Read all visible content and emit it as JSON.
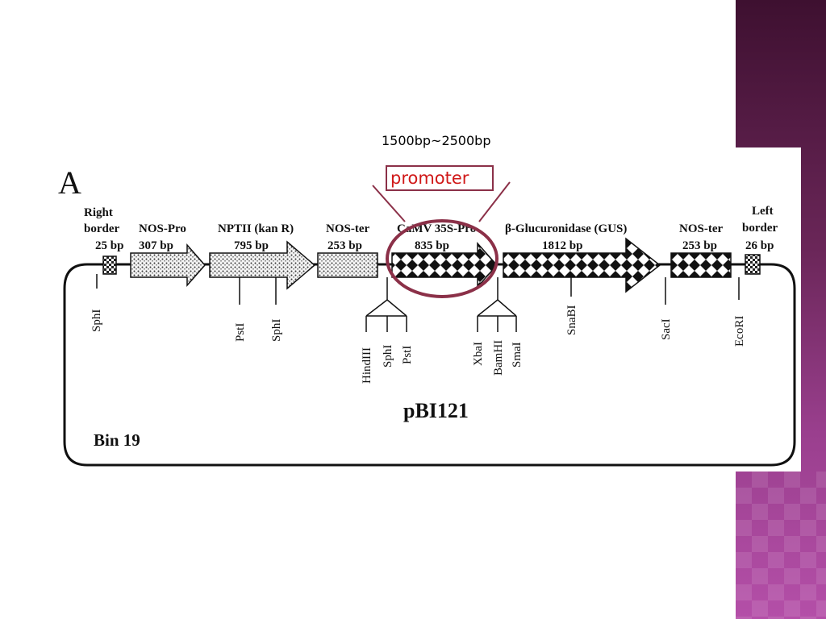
{
  "sidebar": {
    "accent": "#6a2658",
    "accent_light": "#b44fa8"
  },
  "annotation": {
    "size_range": "1500bp~2500bp",
    "promoter_label": "promoter",
    "highlight_color": "#8b3048",
    "label_color": "#d01818"
  },
  "diagram": {
    "panel_letter": "A",
    "plasmid_name": "pBI121",
    "vector_name": "Bin 19",
    "segments": [
      {
        "name_lines": [
          "Right",
          "border"
        ],
        "size": "25 bp"
      },
      {
        "name_lines": [
          "NOS-Pro"
        ],
        "size": "307 bp"
      },
      {
        "name_lines": [
          "NPTII (kan R)"
        ],
        "size": "795 bp"
      },
      {
        "name_lines": [
          "NOS-ter"
        ],
        "size": "253 bp"
      },
      {
        "name_lines": [
          "CaMV 35S-Pro"
        ],
        "size": "835 bp"
      },
      {
        "name_lines": [
          "β-Glucuronidase (GUS)"
        ],
        "size": "1812 bp"
      },
      {
        "name_lines": [
          "NOS-ter"
        ],
        "size": "253 bp"
      },
      {
        "name_lines": [
          "Left",
          "border"
        ],
        "size": "26 bp"
      }
    ],
    "sites": [
      {
        "labels": [
          "SphI"
        ]
      },
      {
        "labels": [
          "PstI"
        ]
      },
      {
        "labels": [
          "SphI"
        ]
      },
      {
        "labels": [
          "HindIII",
          "SphI",
          "PstI"
        ]
      },
      {
        "labels": [
          "XbaI",
          "BamHI",
          "SmaI"
        ]
      },
      {
        "labels": [
          "SnaBI"
        ]
      },
      {
        "labels": [
          "SacI"
        ]
      },
      {
        "labels": [
          "EcoRI"
        ]
      }
    ]
  }
}
